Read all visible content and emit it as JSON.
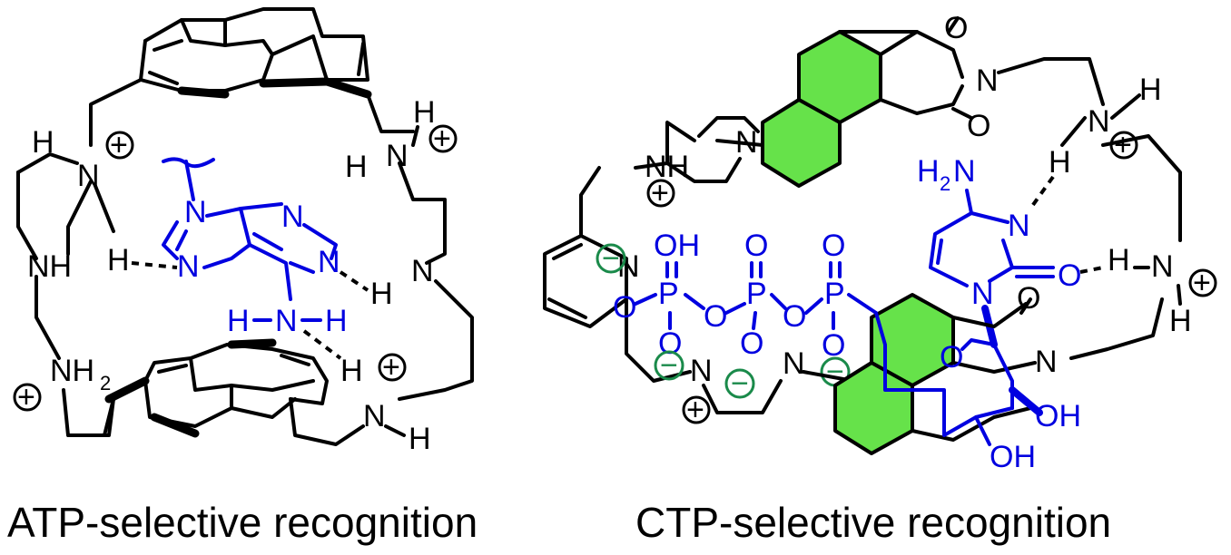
{
  "captions": {
    "left": "ATP-selective recognition",
    "right": "CTP-selective recognition"
  },
  "left_labels": {
    "h_top_left": "H",
    "n_top_left": "N",
    "nh_left": "NH",
    "nh2_n": "NH",
    "nh2_sub": "2",
    "h_hb_left": "H",
    "h_top_right": "H",
    "hn_top_right_h": "H",
    "hn_top_right_n": "N",
    "hn_mid_right_h": "H",
    "hn_mid_right_n": "N",
    "h_bottom": "H",
    "n_bottom": "N",
    "h_bottom_sub": "H",
    "adenine_n9": "N",
    "adenine_n7": "N",
    "adenine_n1": "N",
    "adenine_n3": "N",
    "adenine_h1": "H",
    "adenine_n6": "N",
    "adenine_h2": "H"
  },
  "right_labels": {
    "o_top1": "O",
    "o_top2": "O",
    "n_imide": "N",
    "n_pip": "N",
    "nh_pip": "NH",
    "h_right1": "H",
    "n_right1": "N",
    "h_right2": "H",
    "h_nh2": "H",
    "n_nh2": "N",
    "sub_nh2": "2",
    "cyt_n3": "N",
    "cyt_o": "O",
    "cyt_n1": "N",
    "h_hb2": "H",
    "n_right2": "N",
    "h_right3": "H",
    "oh_top": "OH",
    "o1": "O",
    "p1": "P",
    "o2": "O",
    "o3": "O",
    "p2": "P",
    "o4": "O",
    "o5": "O",
    "p3": "P",
    "o6": "O",
    "o7": "O",
    "o8": "O",
    "n_pyr": "N",
    "n_bot1": "N",
    "n_bot2": "N",
    "o_imide2": "O",
    "n_imide2": "N",
    "o_ring": "O",
    "oh1": "OH",
    "oh2": "OH"
  },
  "charges": {
    "plus": "+",
    "minus": "−"
  },
  "colors": {
    "bond": "#000000",
    "guest": "#0000e0",
    "ring_fill": "#66e24a",
    "anion": "#1a8a4a"
  }
}
